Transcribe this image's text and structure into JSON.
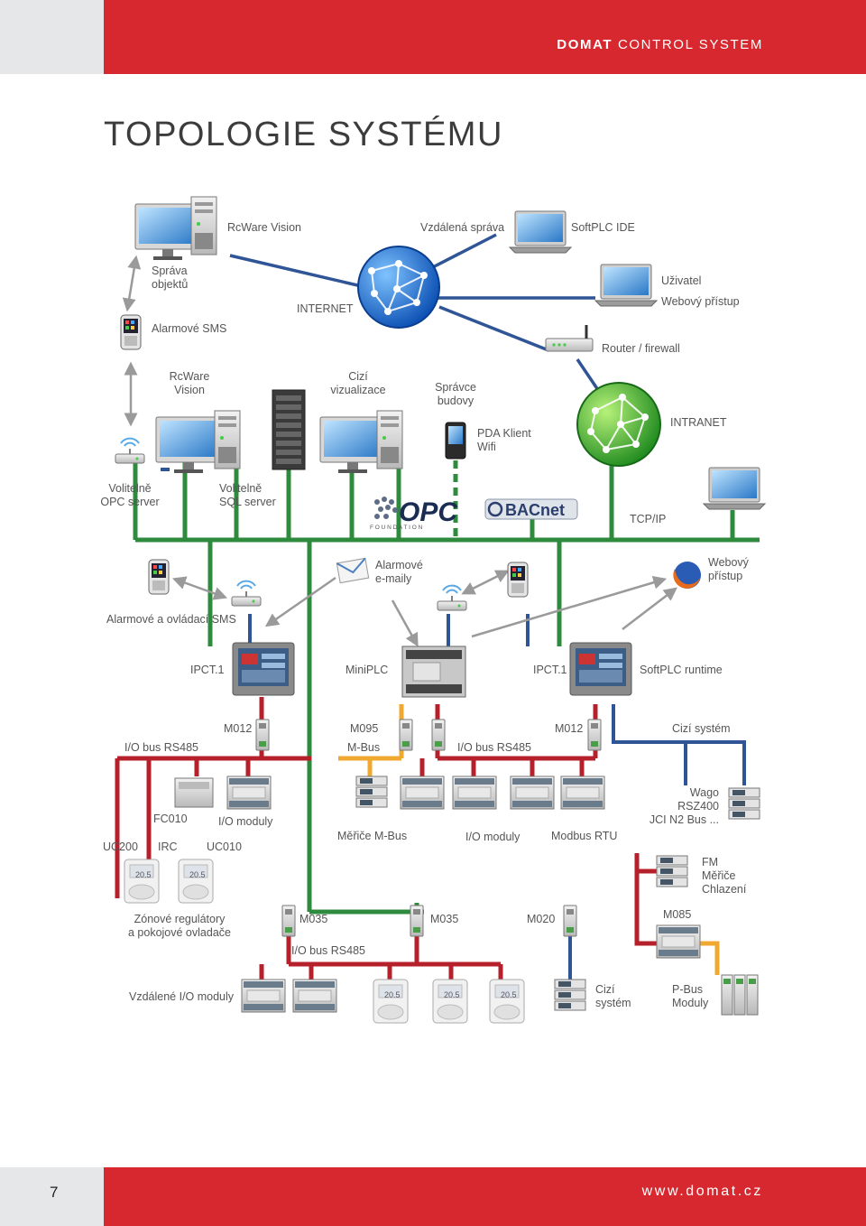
{
  "header": {
    "brand_bold": "DOMAT",
    "brand_rest": "CONTROL SYSTEM"
  },
  "title": "TOPOLOGIE SYSTÉMU",
  "footer": {
    "page": "7",
    "website": "www.domat.cz"
  },
  "colors": {
    "red": "#d7282f",
    "green": "#2e8b3d",
    "blue": "#2f5597",
    "cable_red": "#b5202a",
    "orange": "#f0a830",
    "arrow": "#9a9a9a"
  },
  "labels": {
    "rcware_vision": "RcWare Vision",
    "vzdalena_sprava": "Vzdálená správa",
    "softplc_ide": "SoftPLC IDE",
    "sprava_objektu": [
      "Správa",
      "objektů"
    ],
    "internet": "INTERNET",
    "uzivatel": [
      "Uživatel",
      "Webový přístup"
    ],
    "alarmove_sms": "Alarmové SMS",
    "router": "Router / firewall",
    "rcware2": [
      "RcWare",
      "Vision"
    ],
    "cizi_viz": [
      "Cizí",
      "vizualizace"
    ],
    "spravce": [
      "Správce",
      "budovy"
    ],
    "pda": [
      "PDA Klient",
      "Wifi"
    ],
    "intranet": "INTRANET",
    "opc_server": [
      "Volitelně",
      "OPC server"
    ],
    "sql_server": [
      "Volitelně",
      "SQL server"
    ],
    "opc_logo": "OPC",
    "opc_foundation": "F O U N D A T I O N",
    "bacnet_logo": "BACnet",
    "tcpip": "TCP/IP",
    "alarm_email": [
      "Alarmové",
      "e-maily"
    ],
    "web_access": [
      "Webový",
      "přístup"
    ],
    "alarm_ctrl_sms": "Alarmové a ovládací SMS",
    "ipct1_a": "IPCT.1",
    "miniplc": "MiniPLC",
    "ipct1_b": "IPCT.1",
    "softplc_rt": "SoftPLC runtime",
    "io_bus_1": "I/O bus RS485",
    "m012_a": "M012",
    "m095": "M095",
    "mbus": "M-Bus",
    "io_bus_2": "I/O bus RS485",
    "m012_b": "M012",
    "cizi_system": "Cizí systém",
    "fc010": "FC010",
    "io_moduly_a": "I/O moduly",
    "uc200": "UC200",
    "irc": "IRC",
    "uc010": "UC010",
    "merice_mbus": "Měřiče M-Bus",
    "io_moduly_b": "I/O moduly",
    "modbus_rtu": "Modbus RTU",
    "wago": [
      "Wago",
      "RSZ400",
      "JCI N2 Bus ..."
    ],
    "fm": [
      "FM",
      "Měřiče",
      "Chlazení"
    ],
    "zonove": [
      "Zónové regulátory",
      "a pokojové ovladače"
    ],
    "m035_a": "M035",
    "m035_b": "M035",
    "m020": "M020",
    "m085": "M085",
    "io_bus_3": "I/O bus RS485",
    "vzdalene_io": "Vzdálené I/O moduly",
    "cizi_system2": [
      "Cizí",
      "systém"
    ],
    "pbus": [
      "P-Bus",
      "Moduly"
    ],
    "thermo_display": "20.5"
  }
}
